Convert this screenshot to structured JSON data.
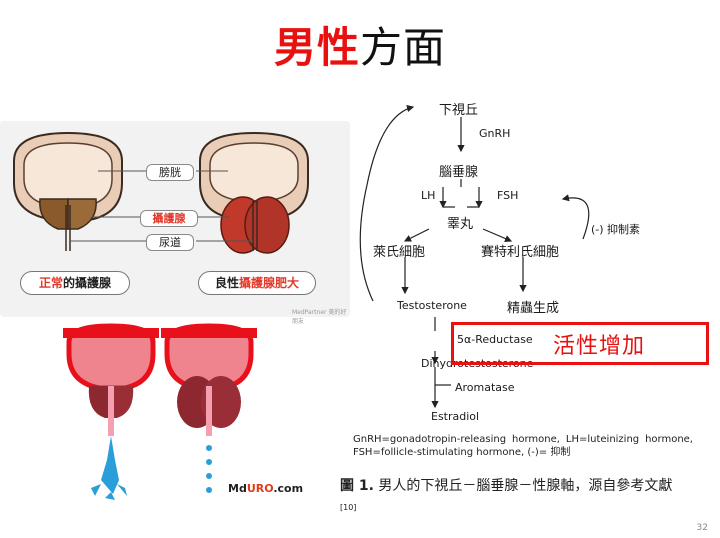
{
  "title": {
    "part1": "男性",
    "part2": "方面"
  },
  "prostate_diagram": {
    "labels": {
      "bladder": "膀胱",
      "prostate": "攝護腺",
      "urethra": "尿道"
    },
    "captions": {
      "normal_prefix": "正常",
      "normal_suffix": "的攝護腺",
      "bph_prefix": "良性",
      "bph_highlight": "攝護腺肥大"
    },
    "watermark": "MedPartner 美的好朋友"
  },
  "urination_diagram": {
    "logo_prefix": "Md",
    "logo_highlight": "URO",
    "logo_suffix": ".com"
  },
  "hpg_axis": {
    "hypothalamus": "下視丘",
    "gnrh": "GnRH",
    "pituitary": "腦垂腺",
    "lh": "LH",
    "fsh": "FSH",
    "testis": "睪丸",
    "inhibin": "(-) 抑制素",
    "leydig": "萊氏細胞",
    "sertoli": "賽特利氏細胞",
    "testosterone": "Testosterone",
    "spermatogenesis": "精蟲生成",
    "reductase": "5α-Reductase",
    "dht": "Dihydrotestosterone",
    "aromatase": "Aromatase",
    "estradiol": "Estradiol",
    "highlight": "活性增加"
  },
  "note": "GnRH=gonadotropin-releasing hormone, LH=luteinizing hormone, FSH=follicle-stimulating hormone, (-)= 抑制",
  "figure_caption": {
    "label": "圖 1.",
    "text": "男人的下視丘－腦垂腺－性腺軸，源自參考文獻",
    "ref": "[10]"
  },
  "page_number": "32",
  "colors": {
    "title_red": "#e8110f",
    "highlight_red": "#e8110f",
    "prostate_red": "#c0392b"
  }
}
